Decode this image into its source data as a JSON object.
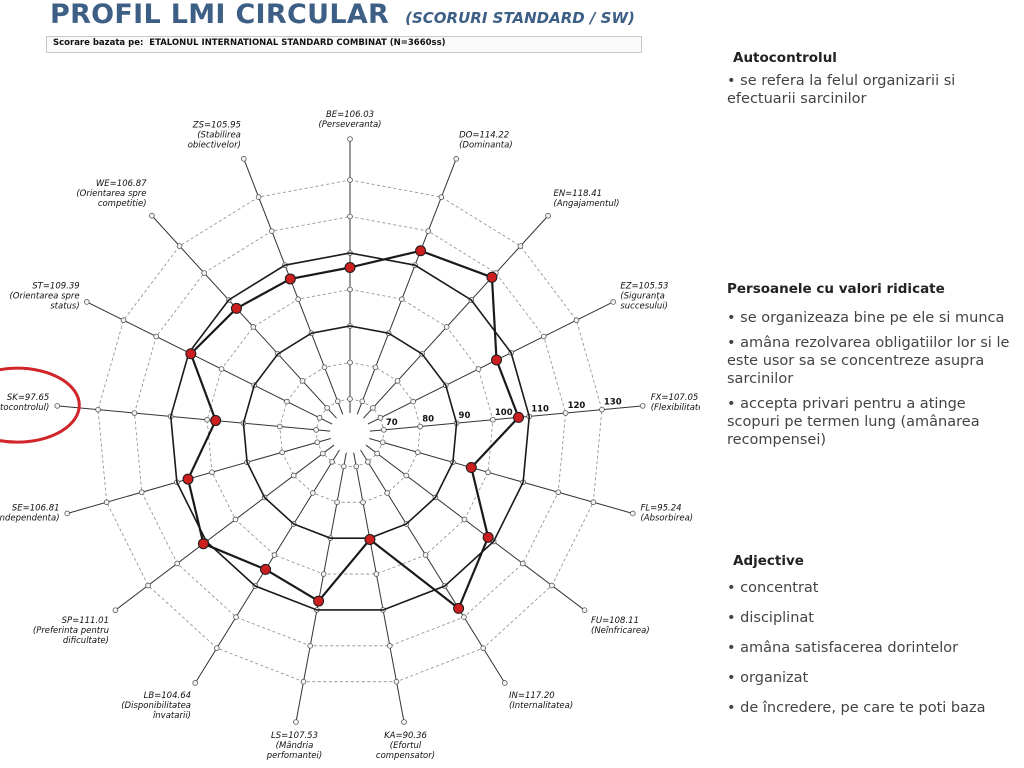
{
  "header": {
    "title": "PROFIL LMI CIRCULAR",
    "subtitle": "(SCORURI STANDARD / SW)",
    "basis_label": "Scorare bazata pe:",
    "basis_value": "ETALONUL INTERNATIONAL STANDARD COMBINAT (N=3660ss)"
  },
  "chart_data": {
    "type": "radar",
    "rlim": [
      60,
      130
    ],
    "ring_values": [
      70,
      80,
      90,
      100,
      110,
      120,
      130
    ],
    "grid": true,
    "highlighted_axis": "SK",
    "highlight_color": "#d0252a",
    "marker_color": "#cc1f1f",
    "axes": [
      {
        "code": "BE",
        "score": "106.03",
        "name": "(Perseveranta)",
        "value": 106.03
      },
      {
        "code": "DO",
        "score": "114.22",
        "name": "(Dominanta)",
        "value": 114.22
      },
      {
        "code": "EN",
        "score": "118.41",
        "name": "(Angajamentul)",
        "value": 118.41
      },
      {
        "code": "EZ",
        "score": "105.53",
        "name": "(Siguranța succesului)",
        "value": 105.53
      },
      {
        "code": "FX",
        "score": "107.05",
        "name": "(Flexibilitatea)",
        "value": 107.05
      },
      {
        "code": "FL",
        "score": "95.24",
        "name": "(Absorbirea)",
        "value": 95.24
      },
      {
        "code": "FU",
        "score": "108.11",
        "name": "(Neînfricarea)",
        "value": 108.11
      },
      {
        "code": "IN",
        "score": "117.20",
        "name": "(Internalitatea)",
        "value": 117.2
      },
      {
        "code": "KA",
        "score": "90.36",
        "name": "(Efortul compensator)",
        "value": 90.36
      },
      {
        "code": "LS",
        "score": "107.53",
        "name": "(Mândria perfomantei)",
        "value": 107.53
      },
      {
        "code": "LB",
        "score": "104.64",
        "name": "(Disponibilitatea învatarii)",
        "value": 104.64
      },
      {
        "code": "SP",
        "score": "111.01",
        "name": "(Preferinta pentru dificultate)",
        "value": 111.01
      },
      {
        "code": "SE",
        "score": "106.81",
        "name": "(Independenta)",
        "value": 106.81
      },
      {
        "code": "SK",
        "score": "97.65",
        "name": "(Autocontrolul)",
        "value": 97.65
      },
      {
        "code": "ST",
        "score": "109.39",
        "name": "(Orientarea spre status)",
        "value": 109.39
      },
      {
        "code": "WE",
        "score": "106.87",
        "name": "(Orientarea spre competitie)",
        "value": 106.87
      },
      {
        "code": "ZS",
        "score": "105.95",
        "name": "(Stabilirea obiectivelor)",
        "value": 105.95
      }
    ]
  },
  "sections": {
    "autocontrol": {
      "heading": "Autocontrolul",
      "items": [
        "• se refera la felul organizarii si efectuarii sarcinilor"
      ]
    },
    "high_values": {
      "heading": "Persoanele cu valori ridicate",
      "items": [
        "• se organizeaza bine pe ele si munca",
        "• amâna rezolvarea obligatiilor lor si le este usor sa se concentreze asupra sarcinilor",
        "• accepta privari pentru a atinge scopuri pe termen lung (amânarea recompensei)"
      ]
    },
    "adjectives": {
      "heading": "Adjective",
      "items": [
        "• concentrat",
        "• disciplinat",
        "• amâna satisfacerea dorintelor",
        "• organizat",
        "• de încredere, pe care te poti baza"
      ]
    }
  }
}
